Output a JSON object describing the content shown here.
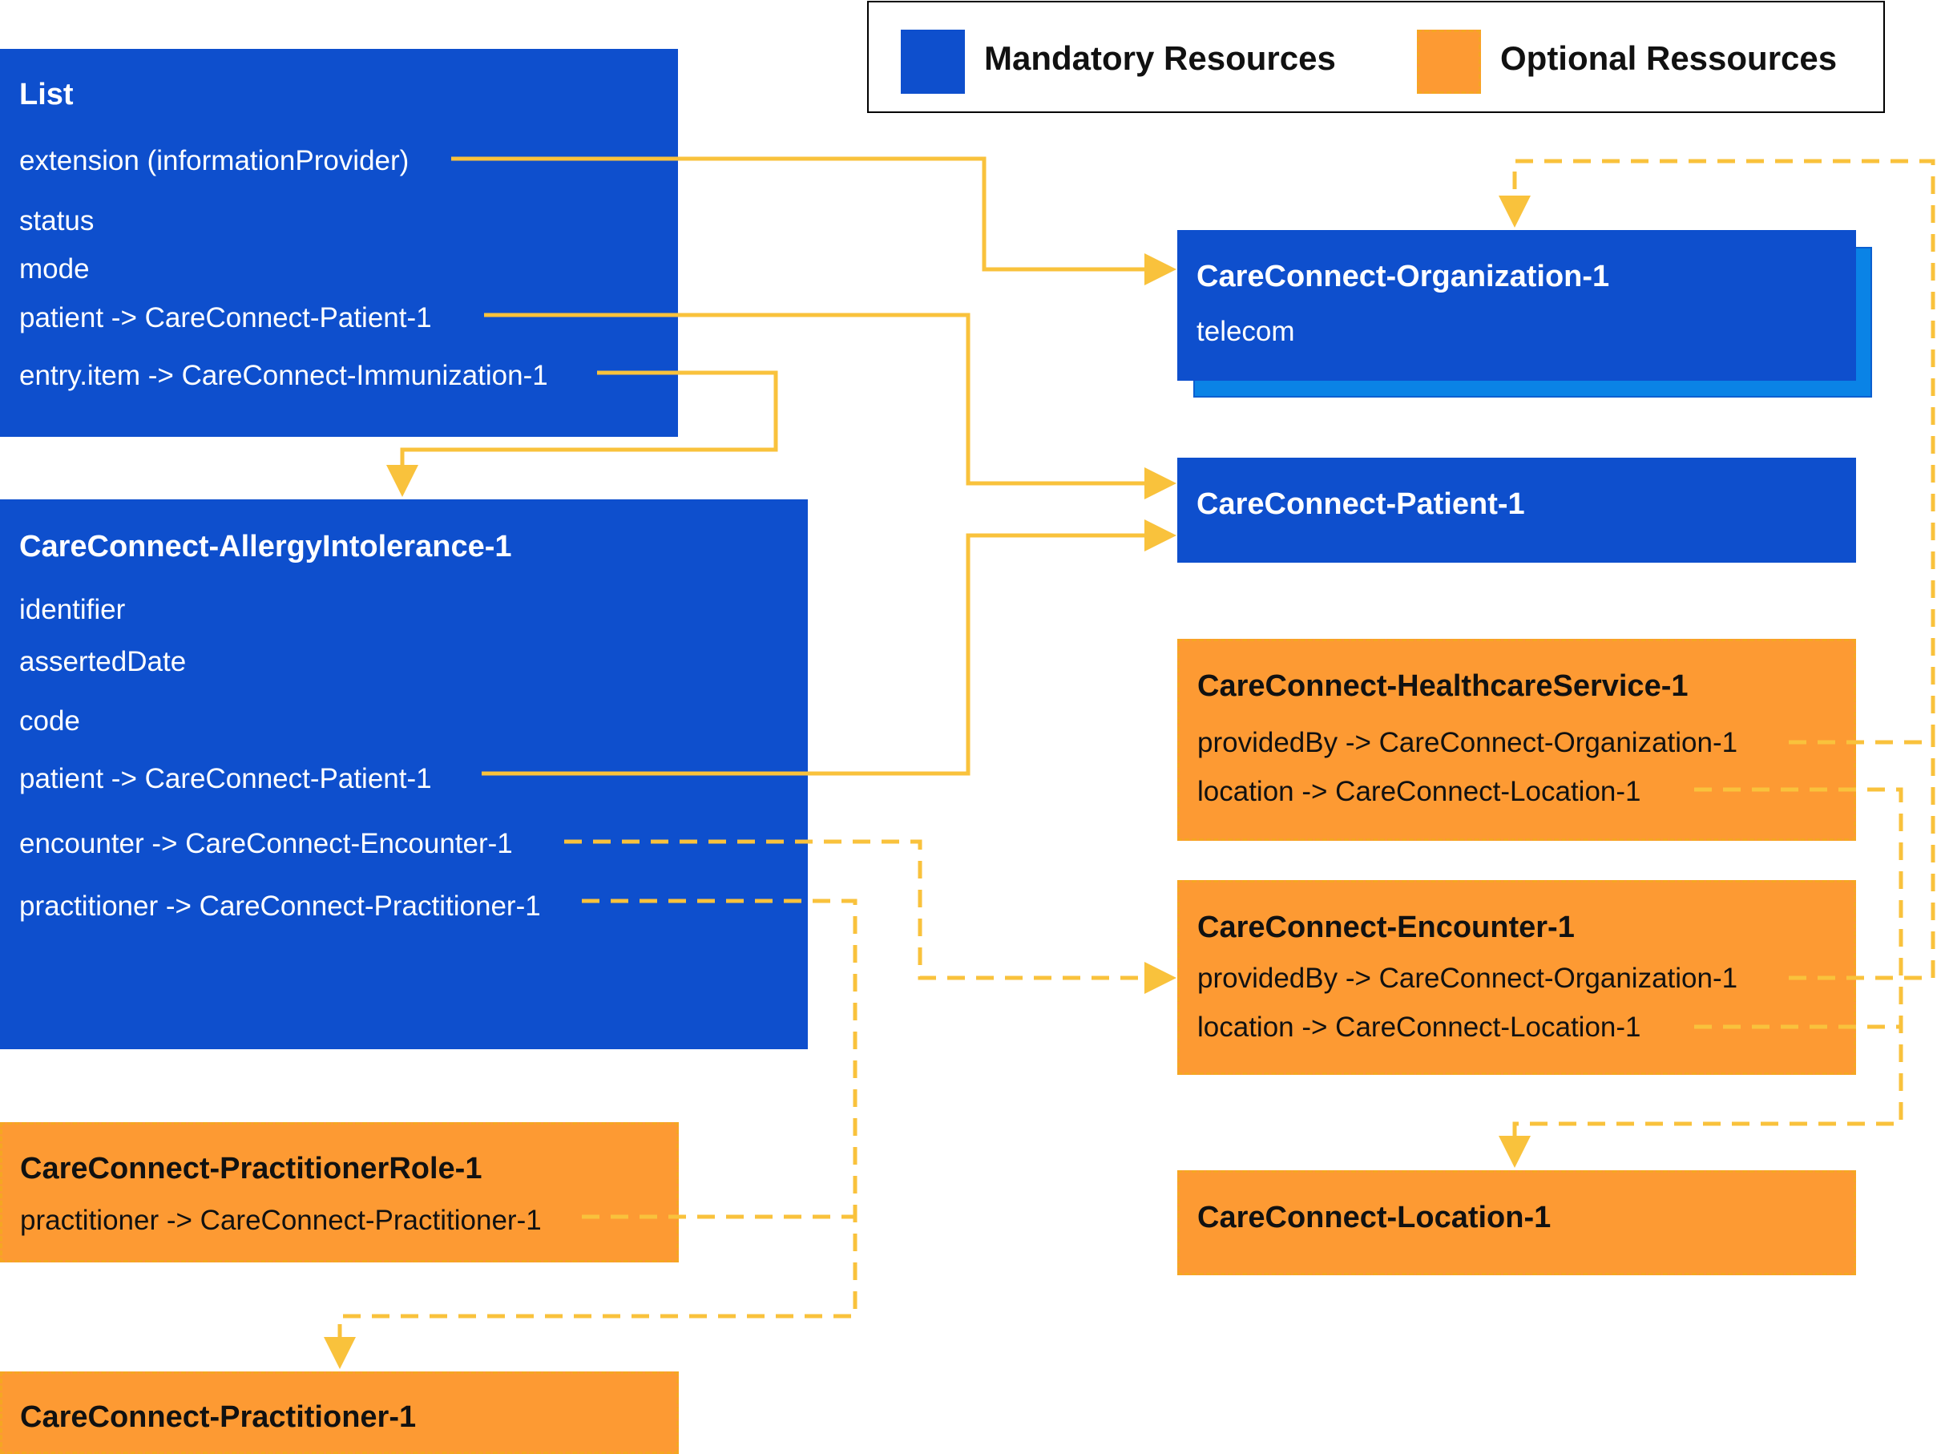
{
  "legend": {
    "mandatory_label": "Mandatory Resources",
    "optional_label": "Optional Ressources",
    "mandatory_color": "#0e4fcd",
    "optional_color": "#fd9a33"
  },
  "connector_color": "#f9c23c",
  "list": {
    "title": "List",
    "fields": [
      "extension (informationProvider)",
      "status",
      "mode",
      "patient -> CareConnect-Patient-1",
      "entry.item -> CareConnect-Immunization-1"
    ]
  },
  "allergy": {
    "title": "CareConnect-AllergyIntolerance-1",
    "fields": [
      "identifier",
      "assertedDate",
      "code",
      "patient -> CareConnect-Patient-1",
      "encounter -> CareConnect-Encounter-1",
      "practitioner -> CareConnect-Practitioner-1"
    ]
  },
  "practitioner_role": {
    "title": "CareConnect-PractitionerRole-1",
    "fields": [
      "practitioner -> CareConnect-Practitioner-1"
    ]
  },
  "practitioner": {
    "title": "CareConnect-Practitioner-1"
  },
  "organization": {
    "title": "CareConnect-Organization-1",
    "fields": [
      "telecom"
    ]
  },
  "patient": {
    "title": "CareConnect-Patient-1"
  },
  "healthcare_service": {
    "title": "CareConnect-HealthcareService-1",
    "fields": [
      "providedBy -> CareConnect-Organization-1",
      "location -> CareConnect-Location-1"
    ]
  },
  "encounter": {
    "title": "CareConnect-Encounter-1",
    "fields": [
      "providedBy -> CareConnect-Organization-1",
      "location -> CareConnect-Location-1"
    ]
  },
  "location": {
    "title": "CareConnect-Location-1"
  }
}
